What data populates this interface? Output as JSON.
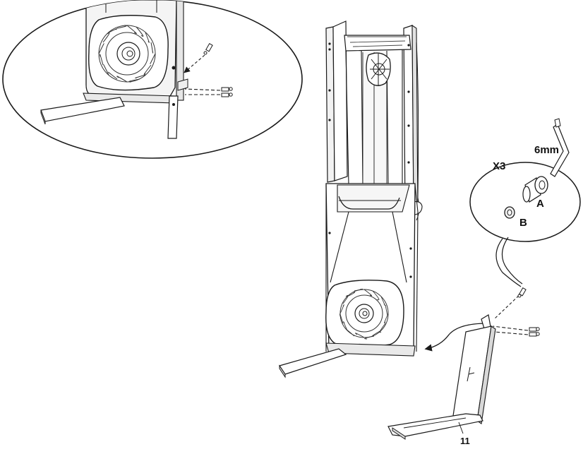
{
  "callouts": {
    "quantity": "X3",
    "tool_size": "6mm",
    "part_a": "A",
    "part_b": "B",
    "part_number": "11"
  },
  "colors": {
    "line": "#1a1a1a",
    "panel_fill": "#f7f7f7",
    "shadow_fill": "#d8d8d8"
  }
}
